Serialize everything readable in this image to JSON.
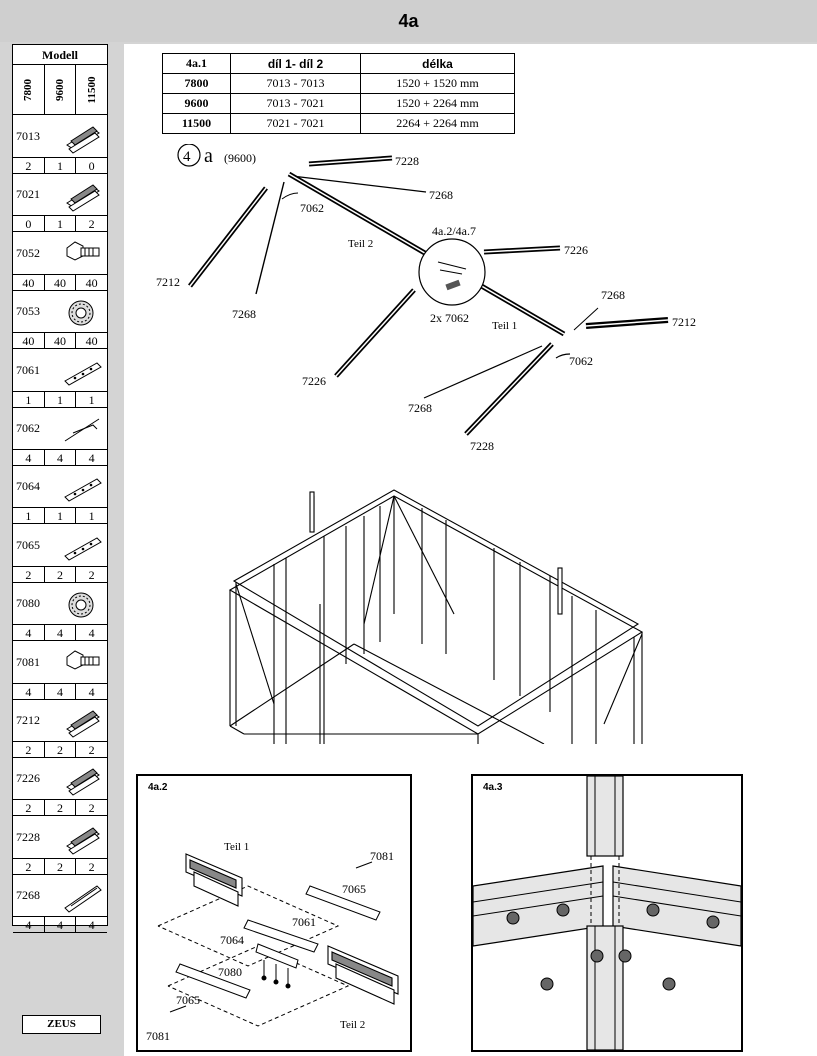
{
  "header": {
    "title": "4a"
  },
  "sidebar": {
    "heading": "Modell",
    "models": [
      "7800",
      "9600",
      "11500"
    ],
    "parts": [
      {
        "number": "7013",
        "qty": [
          "2",
          "1",
          "0"
        ],
        "icon": "profile-icon"
      },
      {
        "number": "7021",
        "qty": [
          "0",
          "1",
          "2"
        ],
        "icon": "profile-icon"
      },
      {
        "number": "7052",
        "qty": [
          "40",
          "40",
          "40"
        ],
        "icon": "bolt-icon"
      },
      {
        "number": "7053",
        "qty": [
          "40",
          "40",
          "40"
        ],
        "icon": "nut-icon"
      },
      {
        "number": "7061",
        "qty": [
          "1",
          "1",
          "1"
        ],
        "icon": "plate-icon"
      },
      {
        "number": "7062",
        "qty": [
          "4",
          "4",
          "4"
        ],
        "icon": "clip-icon"
      },
      {
        "number": "7064",
        "qty": [
          "1",
          "1",
          "1"
        ],
        "icon": "plate-icon"
      },
      {
        "number": "7065",
        "qty": [
          "2",
          "2",
          "2"
        ],
        "icon": "plate-icon"
      },
      {
        "number": "7080",
        "qty": [
          "4",
          "4",
          "4"
        ],
        "icon": "nut-icon"
      },
      {
        "number": "7081",
        "qty": [
          "4",
          "4",
          "4"
        ],
        "icon": "bolt-icon"
      },
      {
        "number": "7212",
        "qty": [
          "2",
          "2",
          "2"
        ],
        "icon": "profile-icon"
      },
      {
        "number": "7226",
        "qty": [
          "2",
          "2",
          "2"
        ],
        "icon": "profile-icon"
      },
      {
        "number": "7228",
        "qty": [
          "2",
          "2",
          "2"
        ],
        "icon": "profile-icon"
      },
      {
        "number": "7268",
        "qty": [
          "4",
          "4",
          "4"
        ],
        "icon": "rod-icon"
      }
    ]
  },
  "footer": {
    "brand": "ZEUS"
  },
  "length_table": {
    "headers": [
      "4a.1",
      "díl 1- díl 2",
      "délka"
    ],
    "rows": [
      [
        "7800",
        "7013 - 7013",
        "1520 + 1520 mm"
      ],
      [
        "9600",
        "7013 - 7021",
        "1520 + 2264 mm"
      ],
      [
        "11500",
        "7021 - 7021",
        "2264 + 2264 mm"
      ]
    ]
  },
  "diagram": {
    "step": "4",
    "step_suffix": "a",
    "model_note": "(9600)",
    "teil1": "Teil 1",
    "teil2": "Teil 2",
    "detail_ref": "4a.2/4a.7",
    "clip_note": "2x 7062",
    "labels": {
      "p7228_top": "7228",
      "p7268_a": "7268",
      "p7062_a": "7062",
      "p7226_a": "7226",
      "p7212_a": "7212",
      "p7268_b": "7268",
      "p7268_c": "7268",
      "p7212_b": "7212",
      "p7062_b": "7062",
      "p7226_b": "7226",
      "p7268_d": "7268",
      "p7228_b": "7228"
    }
  },
  "detail_2": {
    "label": "4a.2",
    "teil1": "Teil 1",
    "teil2": "Teil 2",
    "labels": {
      "a": "7081",
      "b": "7065",
      "c": "7061",
      "d": "7064",
      "e": "7080",
      "f": "7065",
      "g": "7081"
    }
  },
  "detail_3": {
    "label": "4a.3"
  }
}
